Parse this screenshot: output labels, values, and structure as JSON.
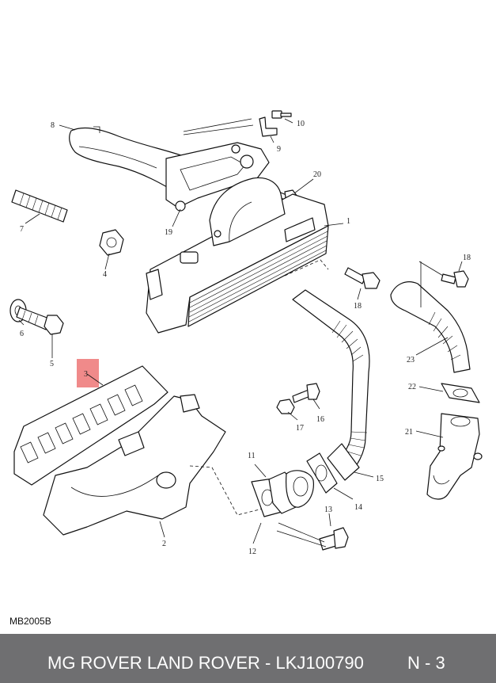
{
  "diagram": {
    "code": "MB2005B",
    "highlight_color": "#f08a8a",
    "callouts": {
      "c1": "1",
      "c2": "2",
      "c3": "3",
      "c4": "4",
      "c5": "5",
      "c6": "6",
      "c7": "7",
      "c8": "8",
      "c9": "9",
      "c10": "10",
      "c11": "11",
      "c12": "12",
      "c13": "13",
      "c14": "14",
      "c15": "15",
      "c16": "16",
      "c17": "17",
      "c18a": "18",
      "c18b": "18",
      "c19": "19",
      "c20": "20",
      "c21": "21",
      "c22": "22",
      "c23": "23"
    }
  },
  "footer": {
    "title": "MG ROVER LAND ROVER - LKJ100790",
    "page": "N - 3",
    "background": "#6f6f71"
  }
}
